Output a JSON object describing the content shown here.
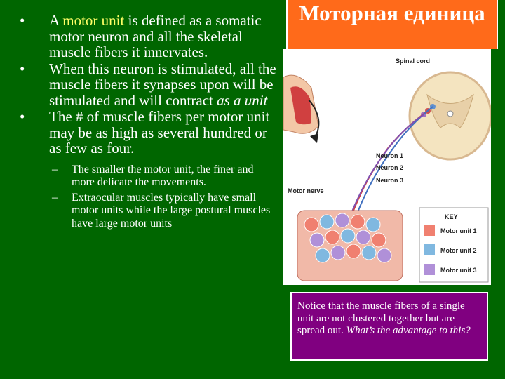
{
  "slide": {
    "title": "Моторная единица",
    "bullets": [
      {
        "prefix": "A ",
        "highlight": "motor unit",
        "suffix": " is defined as a somatic motor neuron and all the skeletal muscle fibers it innervates."
      },
      {
        "text_main": "When this neuron is stimulated, all the muscle fibers it synapses upon will be stimulated and will contract ",
        "text_italic": "as a unit"
      },
      {
        "text": "The # of muscle fibers per motor unit may be as high as several hundred or as few as four."
      }
    ],
    "sub_bullets": [
      "The smaller the motor unit, the finer and more delicate the movements.",
      "Extraocular muscles typically have small motor units while the large postural muscles have large motor units"
    ],
    "note": {
      "text": "Notice that the muscle fibers of a single unit are not clustered together but are spread out. ",
      "question": "What’s the advantage to this?"
    }
  },
  "figure": {
    "spinal_cord_label": "Spinal cord",
    "neuron_labels": [
      "Neuron 1",
      "Neuron 2",
      "Neuron 3"
    ],
    "motor_nerve_label": "Motor nerve",
    "key_title": "KEY",
    "key_items": [
      {
        "label": "Motor unit 1",
        "color": "#f08070"
      },
      {
        "label": "Motor unit 2",
        "color": "#80b8e0"
      },
      {
        "label": "Motor unit 3",
        "color": "#b090d8"
      }
    ]
  }
}
